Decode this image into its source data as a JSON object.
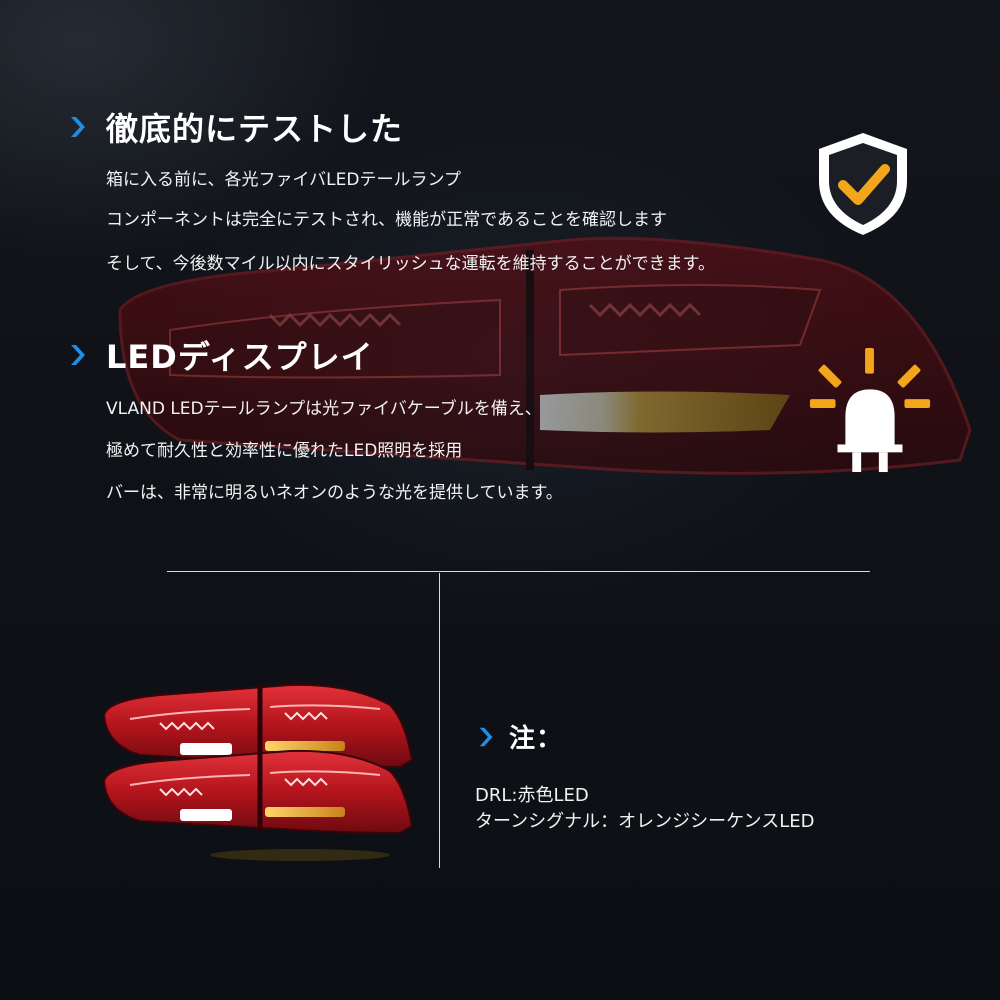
{
  "sections": [
    {
      "title": "徹底的にテストした",
      "lines": [
        "箱に入る前に、各光ファイバLEDテールランプ",
        "コンポーネントは完全にテストされ、機能が正常であることを確認します",
        "そして、今後数マイル以内にスタイリッシュな運転を維持することができます。"
      ]
    },
    {
      "title": "LEDディスプレイ",
      "lines": [
        "VLAND LEDテールランプは光ファイバケーブルを備え、",
        "極めて耐久性と効率性に優れたLED照明を採用",
        "バーは、非常に明るいネオンのような光を提供しています。"
      ]
    }
  ],
  "note": {
    "title": "注：",
    "lines": [
      "DRL:赤色LED",
      "ターンシグナル：オレンジシーケンスLED"
    ]
  },
  "colors": {
    "accent_blue": "#1f8fe6",
    "accent_orange": "#f3a51c",
    "lamp_red": "#b3141c"
  },
  "icons": {
    "shield": "shield-check-icon",
    "bulb": "led-bulb-icon",
    "chevron": "chevron-right-icon"
  }
}
